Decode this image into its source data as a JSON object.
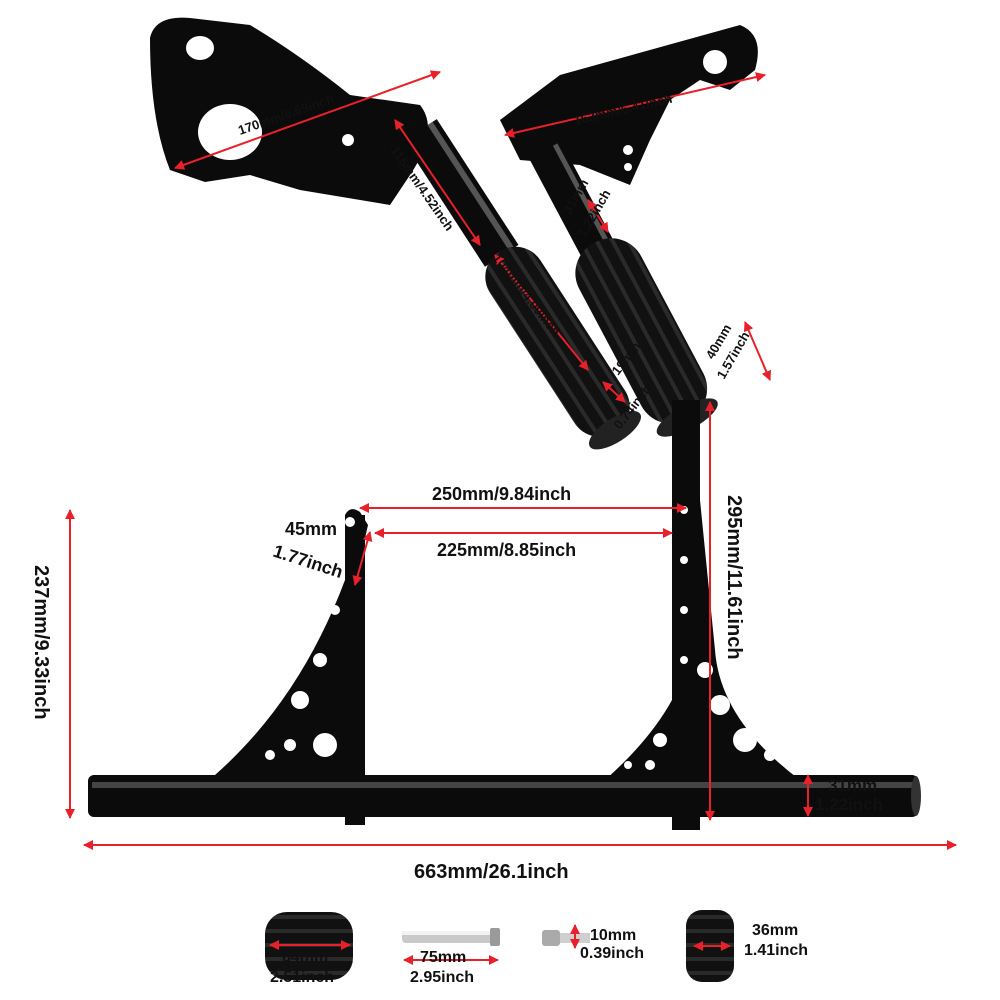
{
  "dimensions": {
    "top_left_bracket_width": "170mm/6.69inch",
    "top_left_peg_length": "115mm/4.52inch",
    "top_left_pad_length": "104mm/4.09inch",
    "top_left_pad_diameter_mm": "19mm",
    "top_left_pad_diameter_in": "0.74inch",
    "top_right_bracket_width": "163mm/6.41inch",
    "top_right_tube_mm": "31mm",
    "top_right_tube_in": "1.22inch",
    "top_right_pad_mm": "40mm",
    "top_right_pad_in": "1.57inch",
    "frame_upper_span": "250mm/9.84inch",
    "frame_lower_span": "225mm/8.85inch",
    "frame_tab_mm": "45mm",
    "frame_tab_in": "1.77inch",
    "frame_height_left": "237mm/9.33inch",
    "frame_height_right": "295mm/11.61inch",
    "frame_bar_mm": "31mm",
    "frame_bar_in": "1.22inch",
    "frame_total_width": "663mm/26.1inch"
  },
  "parts": [
    {
      "name": "rubber-pad",
      "mm": "64mm",
      "in": "2.51inch"
    },
    {
      "name": "long-pin",
      "mm": "75mm",
      "in": "2.95inch"
    },
    {
      "name": "short-bolt",
      "mm": "10mm",
      "in": "0.39inch"
    },
    {
      "name": "small-pad",
      "mm": "36mm",
      "in": "1.41inch"
    }
  ],
  "colors": {
    "metal": "#0b0b0b",
    "dimension": "#e8202a",
    "label": "#111111",
    "background": "#ffffff"
  }
}
